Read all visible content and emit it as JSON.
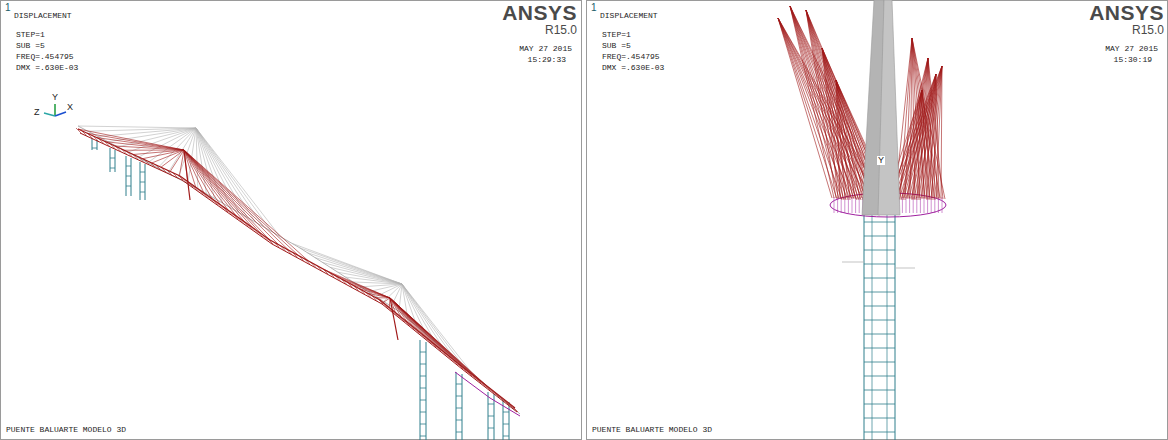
{
  "diagram": {
    "labels": [
      "1",
      "DISPLACEMENT",
      "STEP=1",
      "SUB =5",
      "FREQ=.454795",
      "DMX =.630E-03",
      "ANSYS",
      "R15.0",
      "MAY 27 2015",
      "15:29:33",
      "Y",
      "Z",
      "X",
      "PUENTE BALUARTE MODELO 3D",
      "1",
      "DISPLACEMENT",
      "STEP=1",
      "SUB =5",
      "FREQ=.454795",
      "DMX =.630E-03",
      "ANSYS",
      "R15.0",
      "MAY 27 2015",
      "15:30:19",
      "Y",
      "PUENTE BALUARTE MODELO 3D"
    ]
  }
}
